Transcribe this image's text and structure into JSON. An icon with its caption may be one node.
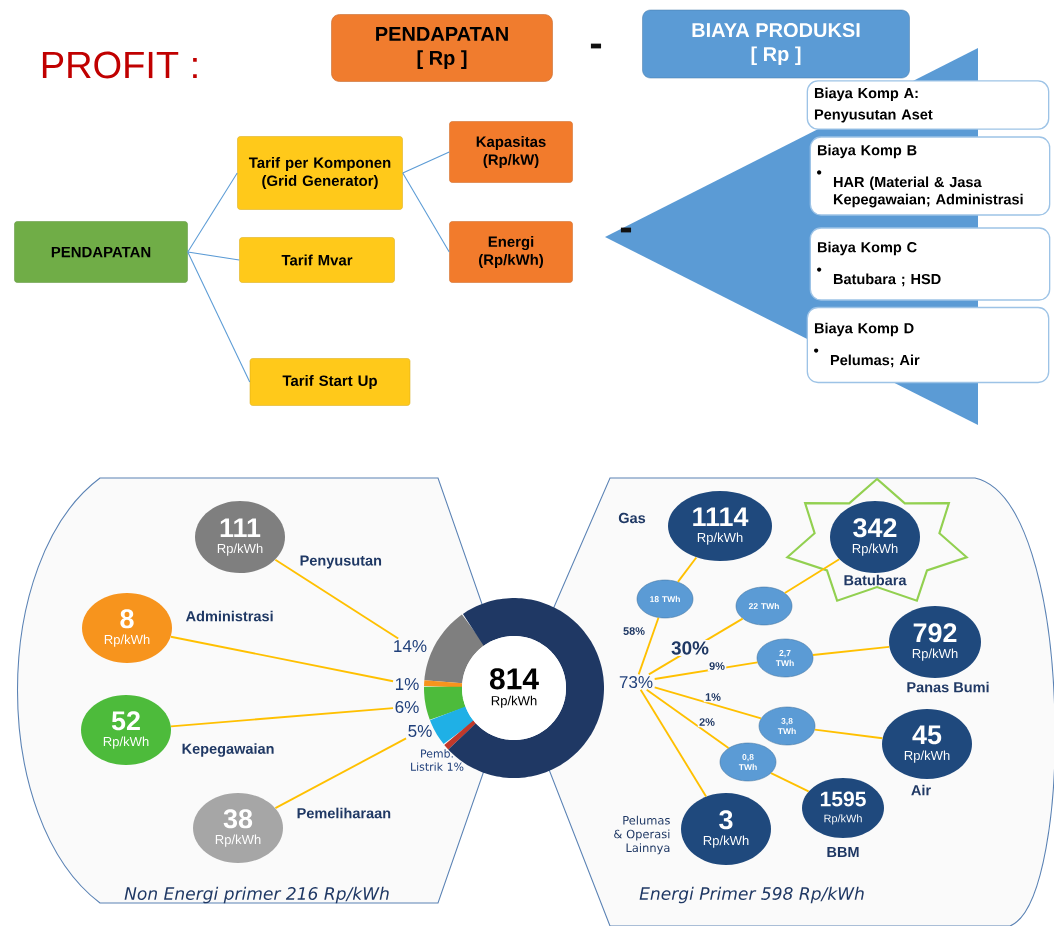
{
  "diagram": {
    "nodes": [
      {
        "text": [
          "PENDAPATAN",
          "[ Rp ]"
        ]
      },
      {
        "text": [
          "BIAYA PRODUKSI",
          "[ Rp ]"
        ]
      },
      {
        "text": [
          "PENDAPATAN"
        ]
      },
      {
        "text": [
          "Tarif per Komponen (Grid Generator)"
        ]
      },
      {
        "text": [
          "Tarif Mvar"
        ]
      },
      {
        "text": [
          "Tarif Start Up"
        ]
      },
      {
        "text": [
          "Kapasitas (Rp/kW)"
        ]
      },
      {
        "text": [
          "Energi (Rp/kWh)"
        ]
      },
      {
        "text": [
          "Biaya Komp A:",
          "Penyusutan Aset"
        ]
      },
      {
        "text": [
          "Biaya Komp B",
          "HAR (Material & Jasa Kepegawaian; Administrasi"
        ]
      },
      {
        "text": [
          "Biaya Komp C",
          "Batubara ; HSD"
        ]
      },
      {
        "text": [
          "Biaya Komp D",
          "Pelumas; Air"
        ]
      },
      {
        "text": [
          "Non Energi primer  216 Rp/kWh"
        ]
      },
      {
        "text": [
          "111",
          "Rp/kWh"
        ],
        "beside": [
          "Penyusutan"
        ],
        "in": 12
      },
      {
        "text": [
          "8",
          "Rp/kWh"
        ],
        "beside": [
          "Administrasi"
        ],
        "in": 12
      },
      {
        "text": [
          "52",
          "Rp/kWh"
        ],
        "beside": [
          "Kepegawaian"
        ],
        "in": 12
      },
      {
        "text": [
          "38",
          "Rp/kWh"
        ],
        "beside": [
          "Pemeliharaan"
        ],
        "in": 12
      },
      {
        "text": [
          "14%"
        ],
        "in": 12
      },
      {
        "text": [
          "1%"
        ],
        "in": 12
      },
      {
        "text": [
          "6%"
        ],
        "in": 12
      },
      {
        "text": [
          "5%"
        ],
        "in": 12
      },
      {
        "text": [
          "814",
          "Rp/kWh"
        ]
      },
      {
        "text": [
          "Energi Primer  598 Rp/kWh"
        ]
      },
      {
        "text": [
          "1114",
          "Rp/kWh"
        ],
        "beside": [
          "Gas"
        ],
        "in": 22
      },
      {
        "text": [
          "342",
          "Rp/kWh"
        ],
        "beside": [
          "Batubara"
        ],
        "in": 22
      },
      {
        "text": [
          "792",
          "Rp/kWh"
        ],
        "beside": [
          "Panas Bumi"
        ],
        "in": 22
      },
      {
        "text": [
          "45",
          "Rp/kWh"
        ],
        "beside": [
          "Air"
        ],
        "in": 22
      },
      {
        "text": [
          "1595",
          "Rp/kWh"
        ],
        "beside": [
          "BBM"
        ],
        "in": 22
      },
      {
        "text": [
          "3",
          "Rp/kWh"
        ],
        "beside": [
          "Pelumas & Operasi Lainnya"
        ],
        "in": 22
      },
      {
        "text": [
          "18 TWh"
        ],
        "in": 22
      },
      {
        "text": [
          "22 TWh"
        ],
        "in": 22
      },
      {
        "text": [
          "2,7 TWh"
        ],
        "in": 22
      },
      {
        "text": [
          "3,8 TWh"
        ],
        "in": 22
      },
      {
        "text": [
          "0,8 TWh"
        ],
        "in": 22
      },
      {
        "text": [
          "73%"
        ],
        "in": 22
      }
    ],
    "edges": [
      {
        "from": 2,
        "to": 3,
        "arrow": "none",
        "color": "#5b9bd5"
      },
      {
        "from": 2,
        "to": 4,
        "arrow": "none",
        "color": "#5b9bd5"
      },
      {
        "from": 2,
        "to": 5,
        "arrow": "none",
        "color": "#5b9bd5"
      },
      {
        "from": 3,
        "to": 6,
        "arrow": "none",
        "color": "#5b9bd5"
      },
      {
        "from": 3,
        "to": 7,
        "arrow": "none",
        "color": "#5b9bd5"
      },
      {
        "from": 13,
        "to": 17,
        "arrow": "none"
      },
      {
        "from": 14,
        "to": 18,
        "arrow": "none"
      },
      {
        "from": 15,
        "to": 19,
        "arrow": "none"
      },
      {
        "from": 16,
        "to": 20,
        "arrow": "none"
      },
      {
        "from": 34,
        "to": 29,
        "arrow": "none",
        "label": "58%"
      },
      {
        "from": 29,
        "to": 23,
        "arrow": "none"
      },
      {
        "from": 34,
        "to": 30,
        "arrow": "none",
        "label": "30%"
      },
      {
        "from": 30,
        "to": 24,
        "arrow": "none"
      },
      {
        "from": 34,
        "to": 31,
        "arrow": "none",
        "label": "9%"
      },
      {
        "from": 31,
        "to": 25,
        "arrow": "none"
      },
      {
        "from": 34,
        "to": 32,
        "arrow": "none",
        "label": "1%"
      },
      {
        "from": 32,
        "to": 26,
        "arrow": "none"
      },
      {
        "from": 34,
        "to": 33,
        "arrow": "none",
        "label": "2%"
      },
      {
        "from": 33,
        "to": 27,
        "arrow": "none"
      },
      {
        "from": 34,
        "to": 28,
        "arrow": "none"
      }
    ],
    "labels": [
      "PROFIT :",
      "-",
      "-",
      "Pemb. Listrik 1%"
    ]
  }
}
